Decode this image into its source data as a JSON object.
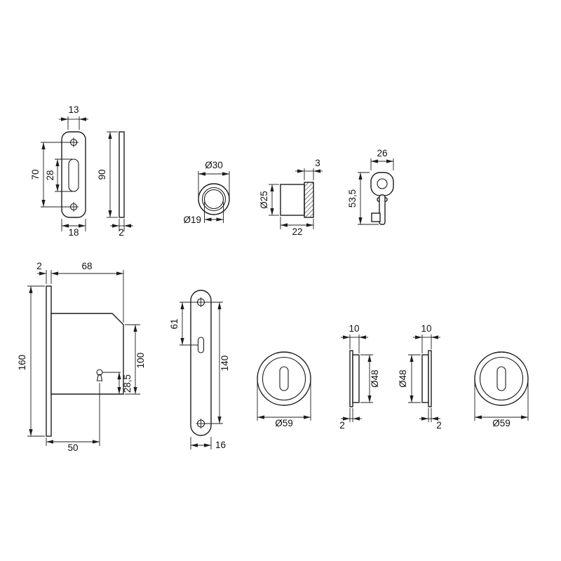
{
  "colors": {
    "line": "#1c1c1c",
    "background": "#ffffff"
  },
  "parts": {
    "strike_plate": {
      "dim_top_width": "13",
      "dim_hole_spacing": "70",
      "dim_slot_height": "28",
      "dim_bottom_width": "18"
    },
    "strike_plate_side": {
      "dim_height": "90",
      "dim_thickness": "2"
    },
    "guide_ring": {
      "dim_outer": "Ø30",
      "dim_inner": "Ø19"
    },
    "cylinder": {
      "dim_flange": "3",
      "dim_diameter": "Ø25",
      "dim_length": "22"
    },
    "key": {
      "dim_width": "26",
      "dim_length": "53,5"
    },
    "lock_case": {
      "dim_faceplate_thickness": "2",
      "dim_case_depth": "68",
      "dim_faceplate_height": "160",
      "dim_case_height": "100",
      "dim_keyhole_to_bottom": "28,5",
      "dim_backset": "50"
    },
    "long_plate": {
      "dim_upper": "61",
      "dim_hole_spacing": "140",
      "dim_width": "16"
    },
    "rosette_left": {
      "dim_diameter": "Ø59"
    },
    "rosette_side_left": {
      "dim_depth": "10",
      "dim_boss": "Ø48",
      "dim_thickness": "2"
    },
    "rosette_side_right": {
      "dim_depth": "10",
      "dim_boss": "Ø48",
      "dim_thickness": "2"
    },
    "rosette_right": {
      "dim_diameter": "Ø59"
    }
  }
}
